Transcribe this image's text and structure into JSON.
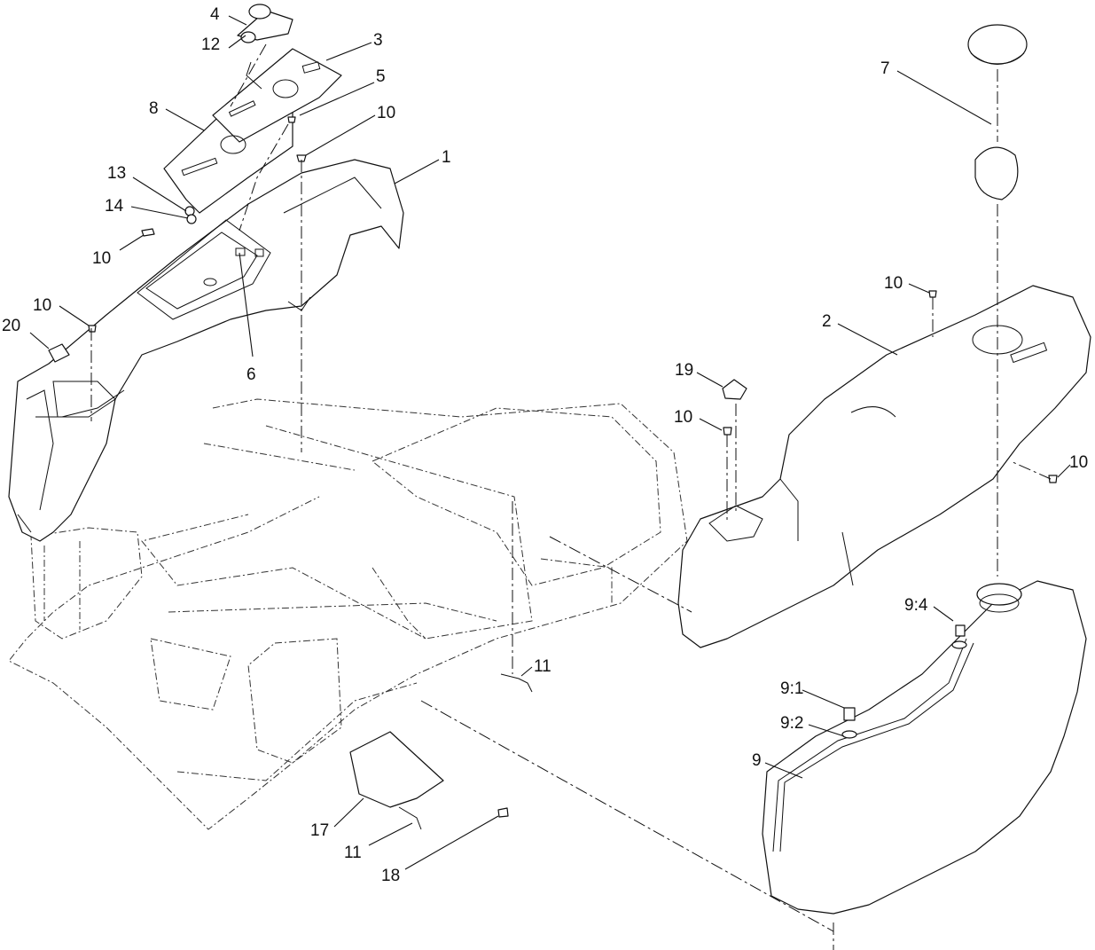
{
  "callouts": [
    {
      "id": "c1",
      "label": "1"
    },
    {
      "id": "c2",
      "label": "2"
    },
    {
      "id": "c3",
      "label": "3"
    },
    {
      "id": "c4",
      "label": "4"
    },
    {
      "id": "c5",
      "label": "5"
    },
    {
      "id": "c6",
      "label": "6"
    },
    {
      "id": "c7",
      "label": "7"
    },
    {
      "id": "c8",
      "label": "8"
    },
    {
      "id": "c9",
      "label": "9"
    },
    {
      "id": "c9_1",
      "label": "9:1"
    },
    {
      "id": "c9_2",
      "label": "9:2"
    },
    {
      "id": "c9_4",
      "label": "9:4"
    },
    {
      "id": "c10a",
      "label": "10"
    },
    {
      "id": "c10b",
      "label": "10"
    },
    {
      "id": "c10c",
      "label": "10"
    },
    {
      "id": "c10d",
      "label": "10"
    },
    {
      "id": "c10e",
      "label": "10"
    },
    {
      "id": "c10f",
      "label": "10"
    },
    {
      "id": "c10g",
      "label": "10"
    },
    {
      "id": "c11a",
      "label": "11"
    },
    {
      "id": "c11b",
      "label": "11"
    },
    {
      "id": "c12",
      "label": "12"
    },
    {
      "id": "c13",
      "label": "13"
    },
    {
      "id": "c14",
      "label": "14"
    },
    {
      "id": "c17",
      "label": "17"
    },
    {
      "id": "c18",
      "label": "18"
    },
    {
      "id": "c19",
      "label": "19"
    },
    {
      "id": "c20",
      "label": "20"
    }
  ]
}
